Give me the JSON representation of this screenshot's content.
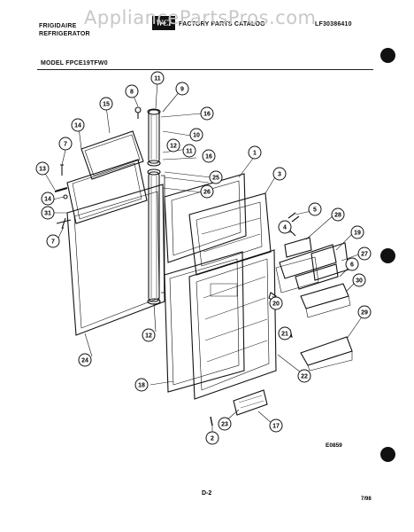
{
  "header": {
    "brand_line1": "FRIGIDAIRE",
    "brand_line2": "REFRIGERATOR",
    "catalog_title": "FACTORY PARTS CATALOG",
    "part_number": "LF30386410",
    "watermark": "AppliancePartsPros.com"
  },
  "model_label": "MODEL FPCE19TFW0",
  "callouts": [
    "1",
    "2",
    "3",
    "4",
    "5",
    "6",
    "7",
    "8",
    "9",
    "10",
    "11",
    "12",
    "13",
    "14",
    "15",
    "16",
    "17",
    "18",
    "19",
    "20",
    "21",
    "22",
    "23",
    "24",
    "25",
    "26",
    "27",
    "28",
    "29",
    "30",
    "31"
  ],
  "diagram_code": "E0859",
  "page_number": "D-2",
  "date_code": "7/98",
  "logo_text": "WCI"
}
